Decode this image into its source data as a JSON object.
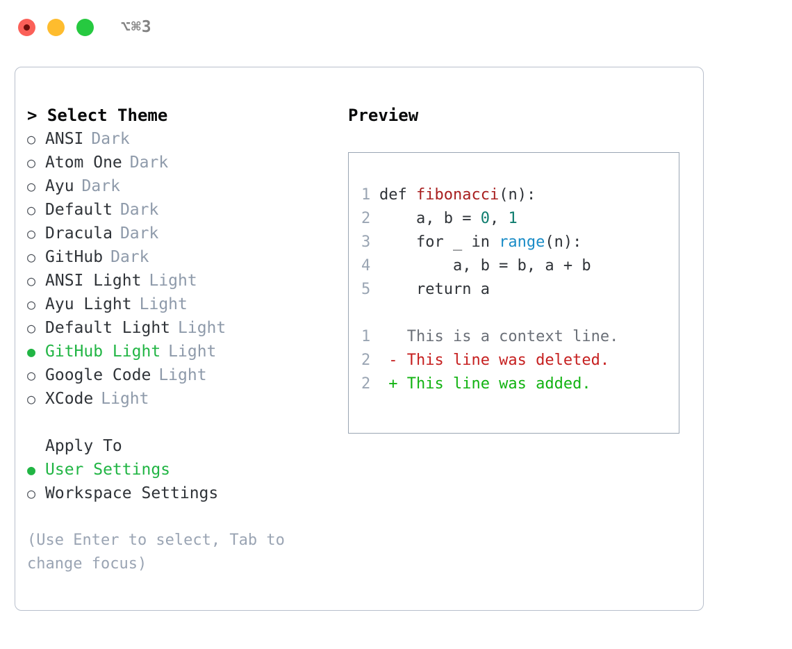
{
  "titlebar": {
    "shortcut": "⌥⌘3",
    "dots": [
      {
        "name": "close-button",
        "color": "#fb6058"
      },
      {
        "name": "minimize-button",
        "color": "#febc2e"
      },
      {
        "name": "maximize-button",
        "color": "#26c940"
      }
    ]
  },
  "theme_picker": {
    "heading": "> Select Theme",
    "bullet_empty": "○",
    "bullet_filled": "●",
    "items": [
      {
        "name": "ANSI",
        "tag": "Dark",
        "selected": false
      },
      {
        "name": "Atom One",
        "tag": "Dark",
        "selected": false
      },
      {
        "name": "Ayu",
        "tag": "Dark",
        "selected": false
      },
      {
        "name": "Default",
        "tag": "Dark",
        "selected": false
      },
      {
        "name": "Dracula",
        "tag": "Dark",
        "selected": false
      },
      {
        "name": "GitHub",
        "tag": "Dark",
        "selected": false
      },
      {
        "name": "ANSI Light",
        "tag": "Light",
        "selected": false
      },
      {
        "name": "Ayu Light",
        "tag": "Light",
        "selected": false
      },
      {
        "name": "Default Light",
        "tag": "Light",
        "selected": false
      },
      {
        "name": "GitHub Light",
        "tag": "Light",
        "selected": true
      },
      {
        "name": "Google Code",
        "tag": "Light",
        "selected": false
      },
      {
        "name": "XCode",
        "tag": "Light",
        "selected": false
      }
    ]
  },
  "apply_to": {
    "heading": "Apply To",
    "options": [
      {
        "label": "User Settings",
        "selected": true
      },
      {
        "label": "Workspace Settings",
        "selected": false
      }
    ]
  },
  "hint": "(Use Enter to select, Tab to change focus)",
  "preview": {
    "heading": "Preview",
    "code_lines": [
      {
        "num": "1",
        "segments": [
          {
            "text": "def ",
            "style": "plain"
          },
          {
            "text": "fibonacci",
            "style": "fn"
          },
          {
            "text": "(n):",
            "style": "plain"
          }
        ]
      },
      {
        "num": "2",
        "segments": [
          {
            "text": "    a, b = ",
            "style": "plain"
          },
          {
            "text": "0",
            "style": "num"
          },
          {
            "text": ", ",
            "style": "plain"
          },
          {
            "text": "1",
            "style": "num"
          }
        ]
      },
      {
        "num": "3",
        "segments": [
          {
            "text": "    for _ in ",
            "style": "plain"
          },
          {
            "text": "range",
            "style": "call"
          },
          {
            "text": "(n):",
            "style": "plain"
          }
        ]
      },
      {
        "num": "4",
        "segments": [
          {
            "text": "        a, b = b, a + b",
            "style": "plain"
          }
        ]
      },
      {
        "num": "5",
        "segments": [
          {
            "text": "    return a",
            "style": "plain"
          }
        ]
      },
      {
        "num": "",
        "segments": []
      },
      {
        "num": "1",
        "segments": [
          {
            "text": "   This is a context line.",
            "style": "ctx"
          }
        ]
      },
      {
        "num": "2",
        "segments": [
          {
            "text": " - This line was deleted.",
            "style": "del"
          }
        ]
      },
      {
        "num": "2",
        "segments": [
          {
            "text": " + This line was added.",
            "style": "add"
          }
        ]
      }
    ]
  },
  "colors": {
    "accent_green": "#21b544",
    "muted": "#8e9aaa",
    "border": "#b8bfcc",
    "code_border": "#9aa5b3",
    "fn_red": "#a81f1f",
    "num_teal": "#0d7c6e",
    "call_blue": "#1a8cc7",
    "diff_deleted": "#c62020",
    "diff_added": "#12b312"
  }
}
